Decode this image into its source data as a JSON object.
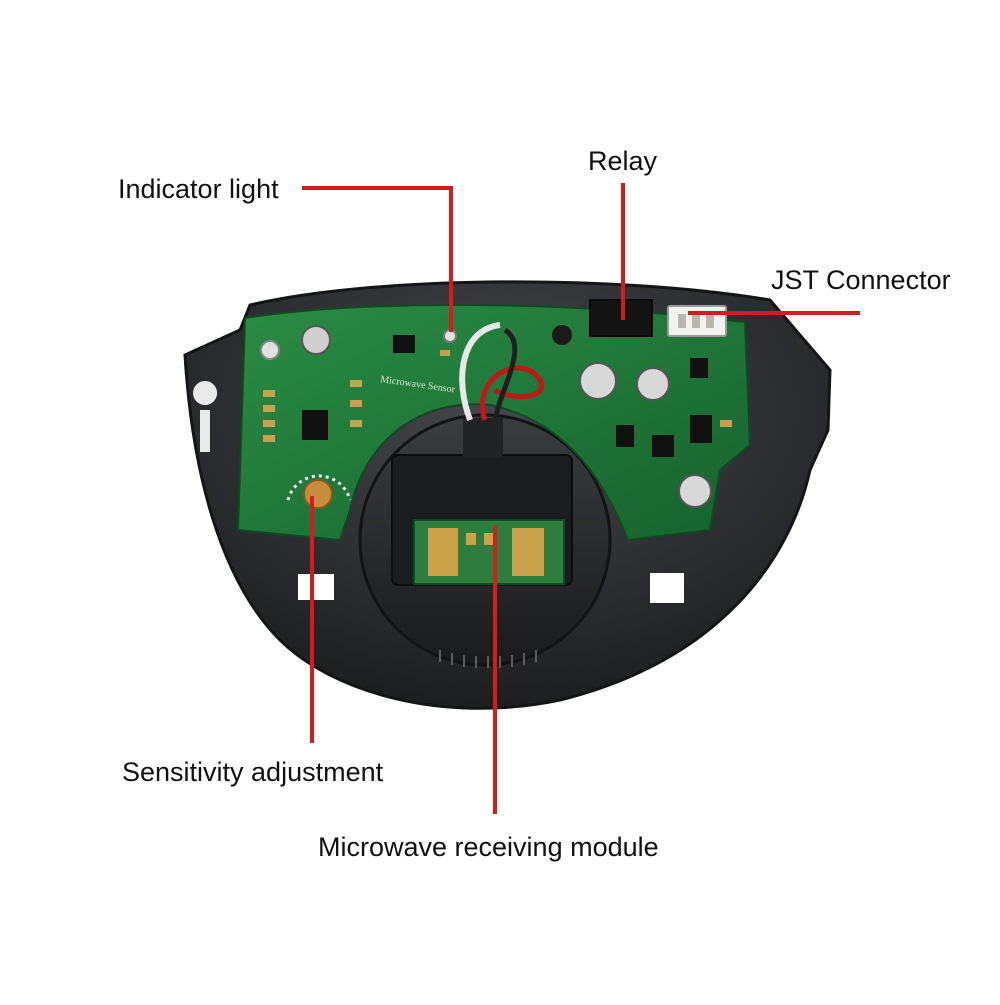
{
  "labels": {
    "indicator_light": "Indicator light",
    "relay": "Relay",
    "jst_connector": "JST Connector",
    "sensitivity_adjustment": "Sensitivity adjustment",
    "microwave_receiving_module": "Microwave receiving module"
  },
  "board_text": {
    "silkscreen_name": "Microwave Sensor"
  },
  "colors": {
    "leader_line": "#d71920",
    "pcb_green": "#1f7a3a",
    "housing": "#2f3033",
    "background": "#ffffff"
  }
}
